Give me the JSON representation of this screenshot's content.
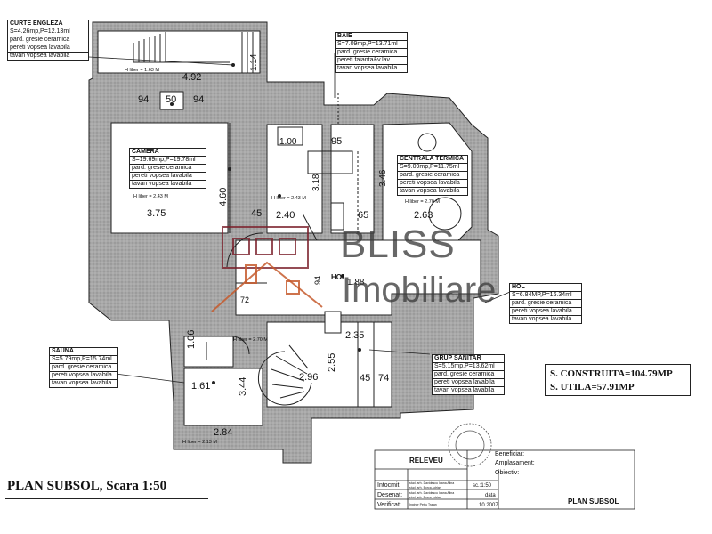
{
  "colors": {
    "wall": "#a9a9a9",
    "logo_accent": "#c55a2d",
    "logo_dark": "#7a1f2b"
  },
  "logo": {
    "line1": "BLISS",
    "line2": "Imobiliare"
  },
  "title": "PLAN SUBSOL,  Scara 1:50",
  "rooms": {
    "curte": {
      "name": "CURTE ENGLEZA",
      "l1": "S=4.26mp,P=12.13ml",
      "l2": "pard. gresie ceramica",
      "l3": "pereti vopsea lavabila",
      "l4": "tavan vopsea lavabila"
    },
    "baie": {
      "name": "BAIE",
      "l1": "S=7.09mp,P=13.71ml",
      "l2": "pard. gresie ceramica",
      "l3": "pereti faianta&v.lav.",
      "l4": "tavan vopsea lavabila"
    },
    "camera": {
      "name": "CAMERA",
      "l1": "S=19.69mp,P=19.78ml",
      "l2": "pard. gresie ceramica",
      "l3": "pereti vopsea lavabila",
      "l4": "tavan vopsea lavabila"
    },
    "centrala": {
      "name": "CENTRALA TERMICA",
      "l1": "S=9.09mp,P=11.75ml",
      "l2": "pard. gresie ceramica",
      "l3": "pereti vopsea lavabila",
      "l4": "tavan vopsea lavabila"
    },
    "hol": {
      "name": "HOL",
      "l1": "S=6.84MP,P=16.34ml",
      "l2": "pard. gresie ceramica",
      "l3": "pereti vopsea lavabila",
      "l4": "tavan vopsea lavabila"
    },
    "sauna": {
      "name": "SAUNA",
      "l1": "S=5.79mp,P=15.74ml",
      "l2": "pard. gresie ceramica",
      "l3": "pereti vopsea lavabila",
      "l4": "tavan vopsea lavabila"
    },
    "grup": {
      "name": "GRUP SANITAR",
      "l1": "S=5.15mp,P=13.62ml",
      "l2": "pard. gresie ceramica",
      "l3": "pereti vopsea lavabila",
      "l4": "tavan vopsea lavabila"
    }
  },
  "heights": {
    "h1": "H liber = 1.63 M",
    "h2": "H liber = 2.43 M",
    "h3": "H liber = 2.43 M",
    "h4": "H liber = 2.70 M",
    "h5": "H liber = 2.70 M",
    "h6": "H liber = 2.13 M"
  },
  "hol_label": "HOL",
  "dims": {
    "d492": "4.92",
    "d114": "1.14",
    "d94a": "94",
    "d50": "50",
    "d94b": "94",
    "d100": "1.00",
    "d95": "95",
    "d346": "3.46",
    "d318": "3.18",
    "d460": "4.60",
    "d375": "3.75",
    "d45a": "45",
    "d240": "2.40",
    "d65": "65",
    "d263": "2.63",
    "d94c": "94",
    "d188": "1.88",
    "d72": "72",
    "d106": "1.06",
    "d235": "2.35",
    "d255": "2.55",
    "d296": "2.96",
    "d45b": "45",
    "d74": "74",
    "d161": "1.61",
    "d344": "3.44",
    "d284": "2.84"
  },
  "stats": {
    "construita": "S. CONSTRUITA=104.79MP",
    "utila": "S. UTILA=57.91MP"
  },
  "titleblock": {
    "releveu": "RELEVEU",
    "beneficiar": "Beneficiar:",
    "amplasament": "Amplasament:",
    "obiectiv": "Obiectiv:",
    "intocmit": "Intocmit:",
    "desenat": "Desenat:",
    "verificat": "Verificat:",
    "n1": "stud. arh. Davidescu Ioana Alina",
    "n1b": "stud. arh. Borca Adrian",
    "n2": "stud. arh. Davidescu Ioana Alina",
    "n2b": "stud. arh. Borca Adrian",
    "n3": "Inginer Petru Traian",
    "scara": "sc.:1:50",
    "data_label": "data",
    "data": "10.2007",
    "plan": "PLAN SUBSOL"
  }
}
